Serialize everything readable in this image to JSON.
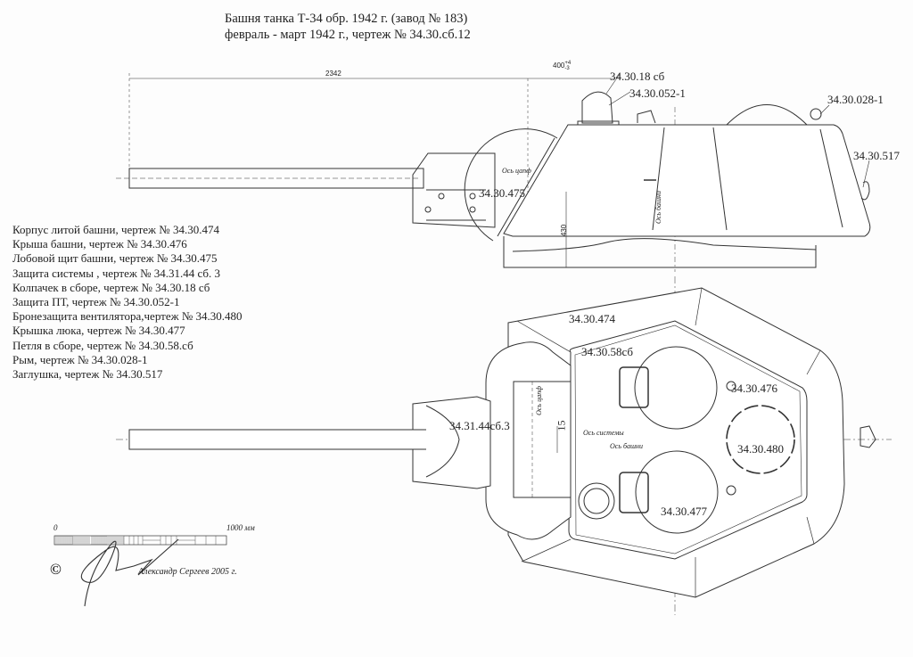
{
  "title": {
    "line1": "Башня танка Т-34  обр. 1942 г. (завод № 183)",
    "line2": "февраль - март 1942 г., чертеж № 34.30.сб.12"
  },
  "legend": [
    "Корпус литой  башни,  чертеж № 34.30.474",
    "Крыша башни, чертеж  № 34.30.476",
    "Лобовой щит башни, чертеж № 34.30.475",
    "Защита системы , чертеж № 34.31.44 сб. 3",
    "Колпачек в сборе, чертеж № 34.30.18 сб",
    "Защита ПТ, чертеж № 34.30.052-1",
    "Бронезащита вентилятора,чертеж № 34.30.480",
    "Крышка люка, чертеж № 34.30.477",
    "Петля в сборе, чертеж № 34.30.58.сб",
    "Рым, чертеж № 34.30.028-1",
    "Заглушка, чертеж № 34.30.517"
  ],
  "side_view": {
    "dim_length": "2342",
    "dim_offset": "400",
    "dim_offset_tol_upper": "+4",
    "dim_offset_tol_lower": "-3",
    "dim_height": "430",
    "label_cap": "34.30.18 сб",
    "label_pt": "34.30.052-1",
    "label_eye": "34.30.028-1",
    "label_plug": "34.30.517",
    "label_mantlet": "34.30.475",
    "axis_trunnion": "Ось цапф",
    "axis_turret": "Ось башни"
  },
  "top_view": {
    "label_hull": "34.30.474",
    "label_hinge": "34.30.58сб",
    "label_roof": "34.30.476",
    "label_fan": "34.30.480",
    "label_hatch": "34.30.477",
    "label_guard": "34.31.44сб.3",
    "dim_offset": "15",
    "axis_trunnion": "Ось цапф",
    "axis_system": "Ось системы",
    "axis_turret": "Ось башни"
  },
  "scale_bar": {
    "start": "0",
    "end": "1000 мм"
  },
  "credit": {
    "copyright": "©",
    "author": "Александр Сергеев 2005 г."
  }
}
